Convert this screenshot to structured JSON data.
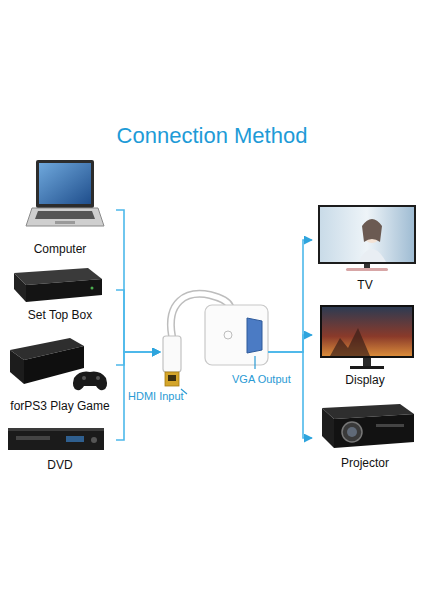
{
  "diagram": {
    "title": "Connection Method",
    "nodes": [
      {
        "text": [
          "Computer"
        ]
      },
      {
        "text": [
          "Set Top Box"
        ]
      },
      {
        "text": [
          "forPS3 Play Game"
        ]
      },
      {
        "text": [
          "DVD"
        ]
      },
      {
        "text": [
          "HDMI Input",
          "VGA Output"
        ]
      },
      {
        "text": [
          "TV"
        ]
      },
      {
        "text": [
          "Display"
        ]
      },
      {
        "text": [
          "Projector"
        ]
      }
    ],
    "edges": [
      {
        "from": 0,
        "to": 4,
        "arrow": "to"
      },
      {
        "from": 1,
        "to": 4,
        "arrow": "to"
      },
      {
        "from": 2,
        "to": 4,
        "arrow": "to"
      },
      {
        "from": 3,
        "to": 4,
        "arrow": "to"
      },
      {
        "from": 4,
        "to": 5,
        "arrow": "to"
      },
      {
        "from": 4,
        "to": 6,
        "arrow": "to"
      },
      {
        "from": 4,
        "to": 7,
        "arrow": "to"
      }
    ]
  }
}
